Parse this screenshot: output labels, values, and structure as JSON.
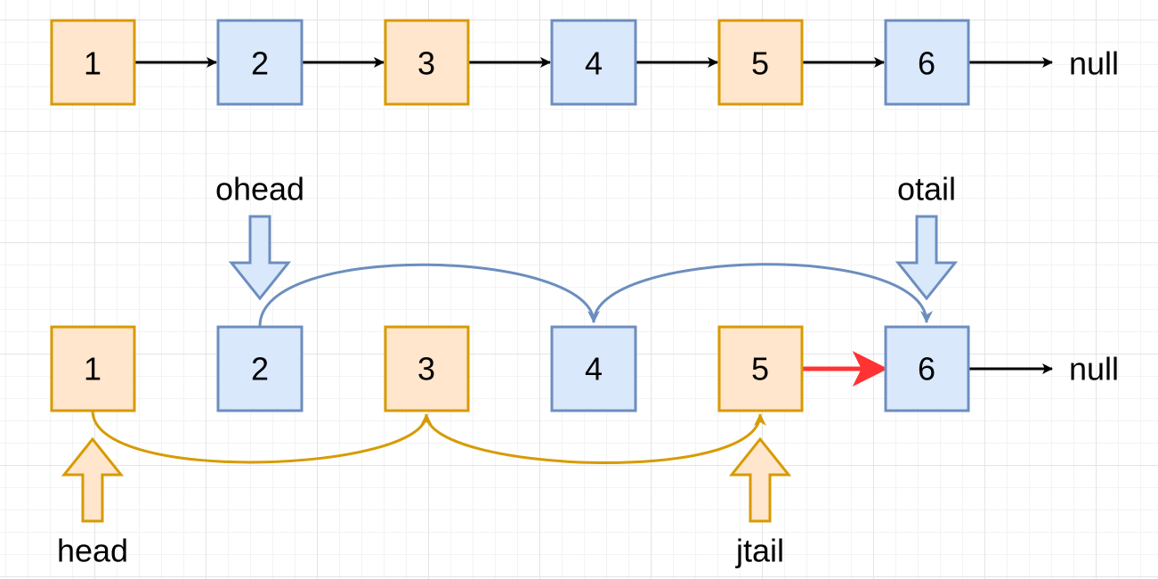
{
  "row1": {
    "nodes": [
      {
        "label": "1",
        "color": "orange"
      },
      {
        "label": "2",
        "color": "blue"
      },
      {
        "label": "3",
        "color": "orange"
      },
      {
        "label": "4",
        "color": "blue"
      },
      {
        "label": "5",
        "color": "orange"
      },
      {
        "label": "6",
        "color": "blue"
      }
    ],
    "terminal": "null"
  },
  "row2": {
    "nodes": [
      {
        "label": "1",
        "color": "orange"
      },
      {
        "label": "2",
        "color": "blue"
      },
      {
        "label": "3",
        "color": "orange"
      },
      {
        "label": "4",
        "color": "blue"
      },
      {
        "label": "5",
        "color": "orange"
      },
      {
        "label": "6",
        "color": "blue"
      }
    ],
    "terminal": "null"
  },
  "pointers": {
    "ohead": "ohead",
    "otail": "otail",
    "head": "head",
    "jtail": "jtail"
  },
  "colors": {
    "orange_fill": "#ffe6cc",
    "orange_stroke": "#d79b00",
    "blue_fill": "#dae8fc",
    "blue_stroke": "#6c8ebf",
    "highlight_link": "#ff3333",
    "link": "#000000"
  }
}
